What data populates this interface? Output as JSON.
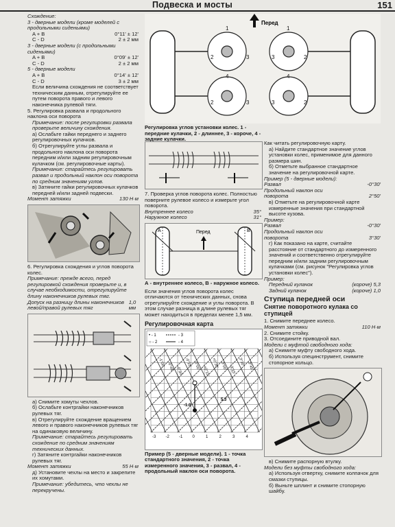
{
  "header": {
    "title": "Подвеска и мосты",
    "page": "151"
  },
  "col1": {
    "top": [
      {
        "t": "Схождение:",
        "c": "it"
      },
      {
        "t": "3 - дверные модели (кроме моделей с продольными сиденьями)",
        "c": "it"
      },
      {
        "l": "A + B",
        "v": "0°11' ± 12'",
        "c": "ind"
      },
      {
        "l": "C - D",
        "v": "2 ± 2 мм",
        "c": "ind"
      },
      {
        "t": "3 - дверные модели (с продольными сиденьями)",
        "c": "it"
      },
      {
        "l": "A + B",
        "v": "0°09' ± 12'",
        "c": "ind"
      },
      {
        "l": "C - D",
        "v": "2 ± 2 мм",
        "c": "ind"
      },
      {
        "t": "5 - дверные модели",
        "c": "it"
      },
      {
        "l": "A + B",
        "v": "0°14' ± 12'",
        "c": "ind"
      },
      {
        "l": "C - D",
        "v": "3 ± 2 мм",
        "c": "ind"
      },
      {
        "t": "Если величина схождения не соответствует техническим данным, отрегулируйте ее путем поворота правого и левого наконечника рулевой тяги.",
        "c": "ind"
      },
      {
        "t": "5. Регулировка развала и продольного наклона оси поворота",
        "c": ""
      },
      {
        "t": "Примечание: после регулировки развала проверьте величину схождения.",
        "c": "it ind"
      },
      {
        "t": "а) Ослабьте гайки переднего и заднего регулировочных кулачков.",
        "c": "ind"
      },
      {
        "t": "б) Отрегулируйте углы развала и продольного наклона оси поворота передним и/или задним регулировочным кулачком (см. регулировочные карты).",
        "c": "ind"
      },
      {
        "t": "Примечание: старайтесь регулировать развал и продольный наклон оси поворота по средним значениям углов.",
        "c": "it ind"
      },
      {
        "t": "в) Затяните гайки регулировочных кулачков передней и/или задней подвески.",
        "c": "ind"
      },
      {
        "l": "Момент затяжки",
        "v": "130 Н·м",
        "c": "it"
      }
    ],
    "mid": [
      {
        "t": "6. Регулировка схождения и углов поворота колес.",
        "c": ""
      },
      {
        "t": "Примечание: прежде всего, перед регулировкой схождения проверьте и, в случае необходимости, отрегулируйте длину наконечников рулевых тяг.",
        "c": "it"
      },
      {
        "l": "Допуск на разницу длины наконечников левой/правой рулевых тяг",
        "v": "1,0 мм",
        "c": "it"
      }
    ],
    "bot": [
      {
        "t": "а) Снимите хомуты чехлов.",
        "c": "ind"
      },
      {
        "t": "б) Ослабьте контргайки наконечников рулевых тяг.",
        "c": "ind"
      },
      {
        "t": "в) Отрегулируйте схождение вращением левого и правого наконечников рулевых тяг на одинаковую величину.",
        "c": "ind"
      },
      {
        "t": "Примечание: старайтесь регулировать схождение по средним значениям технических данных.",
        "c": "it ind"
      },
      {
        "t": "г) Затяните контргайки наконечников рулевых тяг.",
        "c": "ind"
      },
      {
        "l": "Момент затяжки",
        "v": "55 Н·м",
        "c": "it"
      },
      {
        "t": "д) Установите чехлы на место и закрепите их хомутами.",
        "c": "ind"
      },
      {
        "t": "Примечание: убедитесь, что чехлы не перекручены.",
        "c": "it ind"
      }
    ]
  },
  "fig_top": {
    "forward": "Перед",
    "caption": "Регулировка углов установки колес. 1 - передние кулачки, 2 - длиннее, 3 - короче, 4 - задние кулачки."
  },
  "col2": {
    "s7": [
      {
        "t": "7. Проверка углов поворота колес. Полностью поверните рулевое колесо и измерьте угол поворота.",
        "c": ""
      },
      {
        "l": "Внутреннее колесо",
        "v": "35°",
        "c": "it"
      },
      {
        "l": "Наружное колесо",
        "v": "31°",
        "c": "it"
      }
    ],
    "wheel_fig": {
      "A": "A",
      "B": "B",
      "front": "Перед"
    },
    "wheel_caption": "А - внутреннее колесо, В - наружное колесо.",
    "after": "Если значения углов поворота колес отличаются от технических данных, снова отрегулируйте схождение и углы поворота. В этом случае разница в длине рулевых тяг может находиться в пределах менее 1,5 мм.",
    "map_title": "Регулировочная карта",
    "map_caption": "Пример (5 - дверные модели). 1 - точка стандартного значения, 2 - точка измеренного значения, 3 - развал, 4 - продольный наклон оси поворота."
  },
  "map": {
    "legend": [
      "• - 1",
      "○ - 2",
      "- 3",
      "- 4"
    ],
    "dlabels": [
      "-1°00'",
      "-0°45'",
      "-0°30'",
      "-0°15'",
      "0°00'",
      "+0°15'",
      "+0°30'",
      "3°00'",
      "3°15'",
      "3°30'",
      "3°45'"
    ],
    "xvals": [
      "-3",
      "-2",
      "-1",
      "0",
      "1",
      "2",
      "3",
      "4"
    ],
    "pts": [
      "-1.0",
      "5.3"
    ]
  },
  "col3": {
    "a": [
      {
        "t": "Как читать регулировочную карту.",
        "c": ""
      },
      {
        "t": "а) Найдите стандартное значение углов установки колес, применимое для данного размера шин.",
        "c": "ind"
      },
      {
        "t": "б) Отметьте выбранное стандартное значение на регулировочной карте.",
        "c": "ind"
      },
      {
        "t": "Пример (5 - дверные модели):",
        "c": "it"
      },
      {
        "l": "Развал",
        "v": "-0°30'",
        "c": "it"
      },
      {
        "t": "Продольный наклон оси",
        "c": "it"
      },
      {
        "l": "поворота",
        "v": "2°50'",
        "c": "it"
      },
      {
        "t": "в) Отметьте на регулировочной карте измеренные значения при стандартной высоте кузова.",
        "c": "ind"
      },
      {
        "t": "Пример:",
        "c": "it"
      },
      {
        "l": "Развал",
        "v": "-0°30'",
        "c": "it"
      },
      {
        "t": "Продольный наклон оси",
        "c": "it"
      },
      {
        "l": "поворота",
        "v": "3°30'",
        "c": "it"
      },
      {
        "t": "г) Как показано на карте, считайте расстояние от стандартного до измеренного значений и соответственно отрегулируйте передним и/или задним регулировочным кулачками (см. рисунок \"Регулировка углов установки колес\").",
        "c": "ind"
      },
      {
        "t": "Пример:",
        "c": "it"
      },
      {
        "l": "Передний кулачок",
        "v": "(короче) 5,3",
        "c": "it ind"
      },
      {
        "l": "Задний кулачок",
        "v": "(короче) 1,0",
        "c": "it ind"
      }
    ],
    "h2": "Ступица передней оси",
    "h3": "Снятие поворотного кулака со ступицей",
    "b": [
      {
        "t": "1. Снимите переднее колесо.",
        "c": ""
      },
      {
        "l": "Момент затяжки",
        "v": "110 Н·м",
        "c": "it"
      },
      {
        "t": "2. Снимите стойку.",
        "c": ""
      },
      {
        "t": "3. Отсоедините приводной вал.",
        "c": ""
      },
      {
        "t": "Модели с муфтой свободного хода:",
        "c": "it"
      },
      {
        "t": "а) Снимите муфту свободного хода.",
        "c": "ind"
      },
      {
        "t": "б) Используя специнструмент, снимите стопорное кольцо.",
        "c": "ind"
      }
    ],
    "c": [
      {
        "t": "в) Снимите распорную втулку.",
        "c": "ind"
      },
      {
        "t": "Модели без муфты свободного хода:",
        "c": "it"
      },
      {
        "t": "а) Используя отвертку, снимите колпачок для смазки ступицы.",
        "c": "ind"
      },
      {
        "t": "б) Выньте шплинт и снимите стопорную шайбу.",
        "c": "ind"
      }
    ]
  }
}
